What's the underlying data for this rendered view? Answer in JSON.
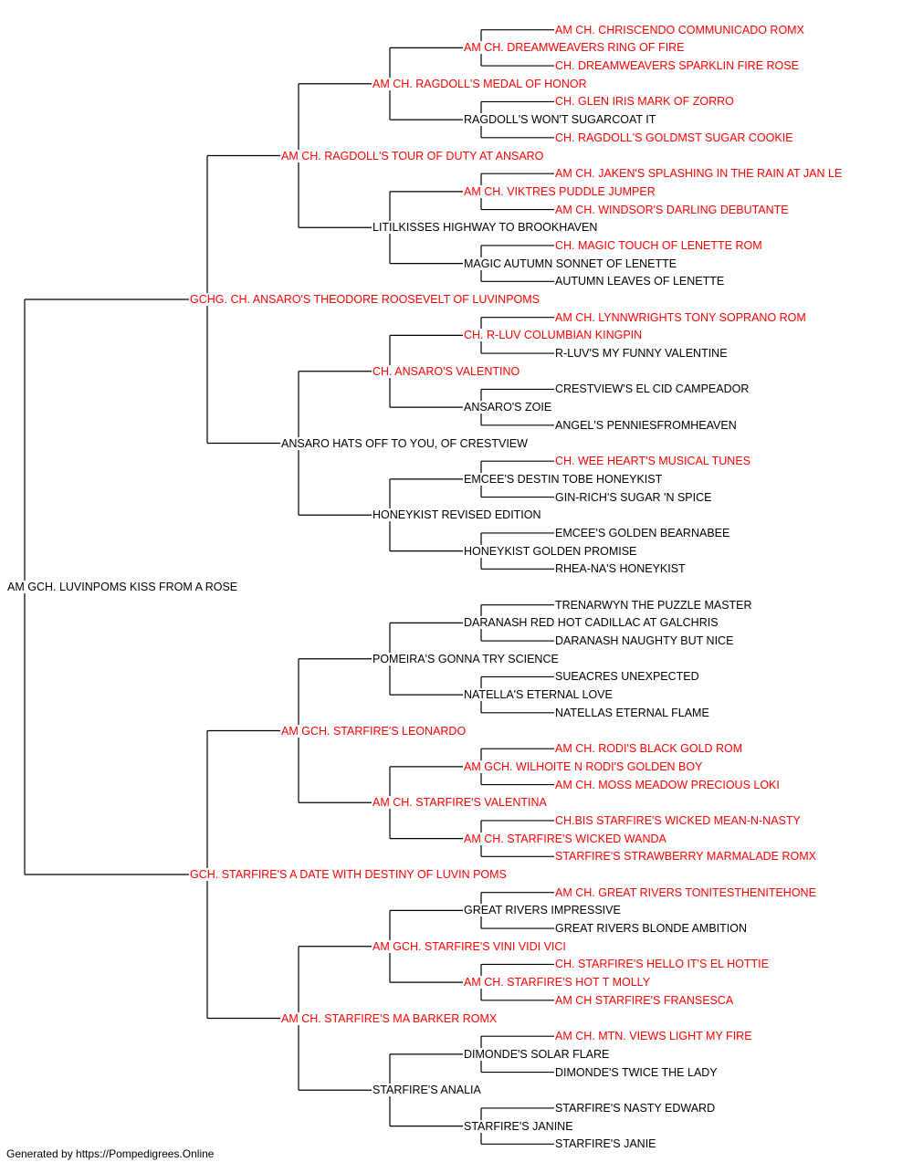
{
  "colors": {
    "titled": "#ff0000",
    "untitled": "#000000",
    "lines": "#000000"
  },
  "pedigree": {
    "name": "AM GCH. LUVINPOMS KISS FROM A ROSE",
    "titled": false,
    "sire": {
      "name": "GCHG. CH. ANSARO'S THEODORE ROOSEVELT OF LUVINPOMS",
      "titled": true,
      "sire": {
        "name": "AM CH. RAGDOLL'S TOUR OF DUTY AT ANSARO",
        "titled": true,
        "sire": {
          "name": "AM CH. RAGDOLL'S MEDAL OF HONOR",
          "titled": true,
          "sire": {
            "name": "AM CH. DREAMWEAVERS RING OF FIRE",
            "titled": true,
            "sire": {
              "name": "AM CH. CHRISCENDO COMMUNICADO ROMX",
              "titled": true
            },
            "dam": {
              "name": "CH. DREAMWEAVERS SPARKLIN FIRE ROSE",
              "titled": true
            }
          },
          "dam": {
            "name": "RAGDOLL'S WON'T SUGARCOAT IT",
            "titled": false,
            "sire": {
              "name": "CH. GLEN IRIS MARK OF ZORRO",
              "titled": true
            },
            "dam": {
              "name": "CH. RAGDOLL'S GOLDMST SUGAR COOKIE",
              "titled": true
            }
          }
        },
        "dam": {
          "name": "LITILKISSES HIGHWAY TO BROOKHAVEN",
          "titled": false,
          "sire": {
            "name": "AM CH. VIKTRES PUDDLE JUMPER",
            "titled": true,
            "sire": {
              "name": "AM CH. JAKEN'S SPLASHING IN THE RAIN AT JAN LE",
              "titled": true
            },
            "dam": {
              "name": "AM CH. WINDSOR'S DARLING DEBUTANTE",
              "titled": true
            }
          },
          "dam": {
            "name": "MAGIC AUTUMN SONNET OF LENETTE",
            "titled": false,
            "sire": {
              "name": "CH. MAGIC TOUCH OF LENETTE ROM",
              "titled": true
            },
            "dam": {
              "name": "AUTUMN LEAVES OF LENETTE",
              "titled": false
            }
          }
        }
      },
      "dam": {
        "name": "ANSARO HATS OFF TO YOU, OF CRESTVIEW",
        "titled": false,
        "sire": {
          "name": "CH. ANSARO'S VALENTINO",
          "titled": true,
          "sire": {
            "name": "CH. R-LUV COLUMBIAN KINGPIN",
            "titled": true,
            "sire": {
              "name": "AM CH. LYNNWRIGHTS TONY SOPRANO ROM",
              "titled": true
            },
            "dam": {
              "name": "R-LUV'S MY FUNNY VALENTINE",
              "titled": false
            }
          },
          "dam": {
            "name": "ANSARO'S ZOIE",
            "titled": false,
            "sire": {
              "name": "CRESTVIEW'S EL CID CAMPEADOR",
              "titled": false
            },
            "dam": {
              "name": "ANGEL'S PENNIESFROMHEAVEN",
              "titled": false
            }
          }
        },
        "dam": {
          "name": "HONEYKIST REVISED EDITION",
          "titled": false,
          "sire": {
            "name": "EMCEE'S DESTIN TOBE HONEYKIST",
            "titled": false,
            "sire": {
              "name": "CH. WEE HEART'S MUSICAL TUNES",
              "titled": true
            },
            "dam": {
              "name": "GIN-RICH'S SUGAR 'N SPICE",
              "titled": false
            }
          },
          "dam": {
            "name": "HONEYKIST GOLDEN PROMISE",
            "titled": false,
            "sire": {
              "name": "EMCEE'S GOLDEN BEARNABEE",
              "titled": false
            },
            "dam": {
              "name": "RHEA-NA'S HONEYKIST",
              "titled": false
            }
          }
        }
      }
    },
    "dam": {
      "name": "GCH. STARFIRE'S A DATE WITH DESTINY OF LUVIN POMS",
      "titled": true,
      "sire": {
        "name": "AM GCH. STARFIRE'S LEONARDO",
        "titled": true,
        "sire": {
          "name": "POMEIRA'S GONNA TRY SCIENCE",
          "titled": false,
          "sire": {
            "name": "DARANASH RED HOT CADILLAC AT GALCHRIS",
            "titled": false,
            "sire": {
              "name": "TRENARWYN THE PUZZLE MASTER",
              "titled": false
            },
            "dam": {
              "name": "DARANASH NAUGHTY BUT NICE",
              "titled": false
            }
          },
          "dam": {
            "name": "NATELLA'S ETERNAL LOVE",
            "titled": false,
            "sire": {
              "name": "SUEACRES UNEXPECTED",
              "titled": false
            },
            "dam": {
              "name": "NATELLAS ETERNAL FLAME",
              "titled": false
            }
          }
        },
        "dam": {
          "name": "AM CH. STARFIRE'S VALENTINA",
          "titled": true,
          "sire": {
            "name": "AM GCH. WILHOITE N RODI'S GOLDEN BOY",
            "titled": true,
            "sire": {
              "name": "AM CH. RODI'S BLACK GOLD ROM",
              "titled": true
            },
            "dam": {
              "name": "AM CH. MOSS MEADOW PRECIOUS LOKI",
              "titled": true
            }
          },
          "dam": {
            "name": "AM CH. STARFIRE'S WICKED WANDA",
            "titled": true,
            "sire": {
              "name": "CH.BIS STARFIRE'S WICKED MEAN-N-NASTY",
              "titled": true
            },
            "dam": {
              "name": "STARFIRE'S STRAWBERRY MARMALADE ROMX",
              "titled": true
            }
          }
        }
      },
      "dam": {
        "name": "AM CH. STARFIRE'S MA BARKER ROMX",
        "titled": true,
        "sire": {
          "name": "AM GCH. STARFIRE'S VINI VIDI VICI",
          "titled": true,
          "sire": {
            "name": "GREAT RIVERS IMPRESSIVE",
            "titled": false,
            "sire": {
              "name": "AM CH. GREAT RIVERS TONITESTHENITEHONE",
              "titled": true
            },
            "dam": {
              "name": "GREAT RIVERS BLONDE AMBITION",
              "titled": false
            }
          },
          "dam": {
            "name": "AM CH. STARFIRE'S HOT T MOLLY",
            "titled": true,
            "sire": {
              "name": "CH. STARFIRE'S HELLO IT'S EL HOTTIE",
              "titled": true
            },
            "dam": {
              "name": "AM CH STARFIRE'S FRANSESCA",
              "titled": true
            }
          }
        },
        "dam": {
          "name": "STARFIRE'S ANALIA",
          "titled": false,
          "sire": {
            "name": "DIMONDE'S SOLAR FLARE",
            "titled": false,
            "sire": {
              "name": "AM CH. MTN. VIEWS LIGHT MY FIRE",
              "titled": true
            },
            "dam": {
              "name": "DIMONDE'S TWICE THE LADY",
              "titled": false
            }
          },
          "dam": {
            "name": "STARFIRE'S JANINE",
            "titled": false,
            "sire": {
              "name": "STARFIRE'S NASTY EDWARD",
              "titled": false
            },
            "dam": {
              "name": "STARFIRE'S JANIE",
              "titled": false
            }
          }
        }
      }
    }
  },
  "footer": {
    "text": "Generated by https://Pompedigrees.Online"
  }
}
